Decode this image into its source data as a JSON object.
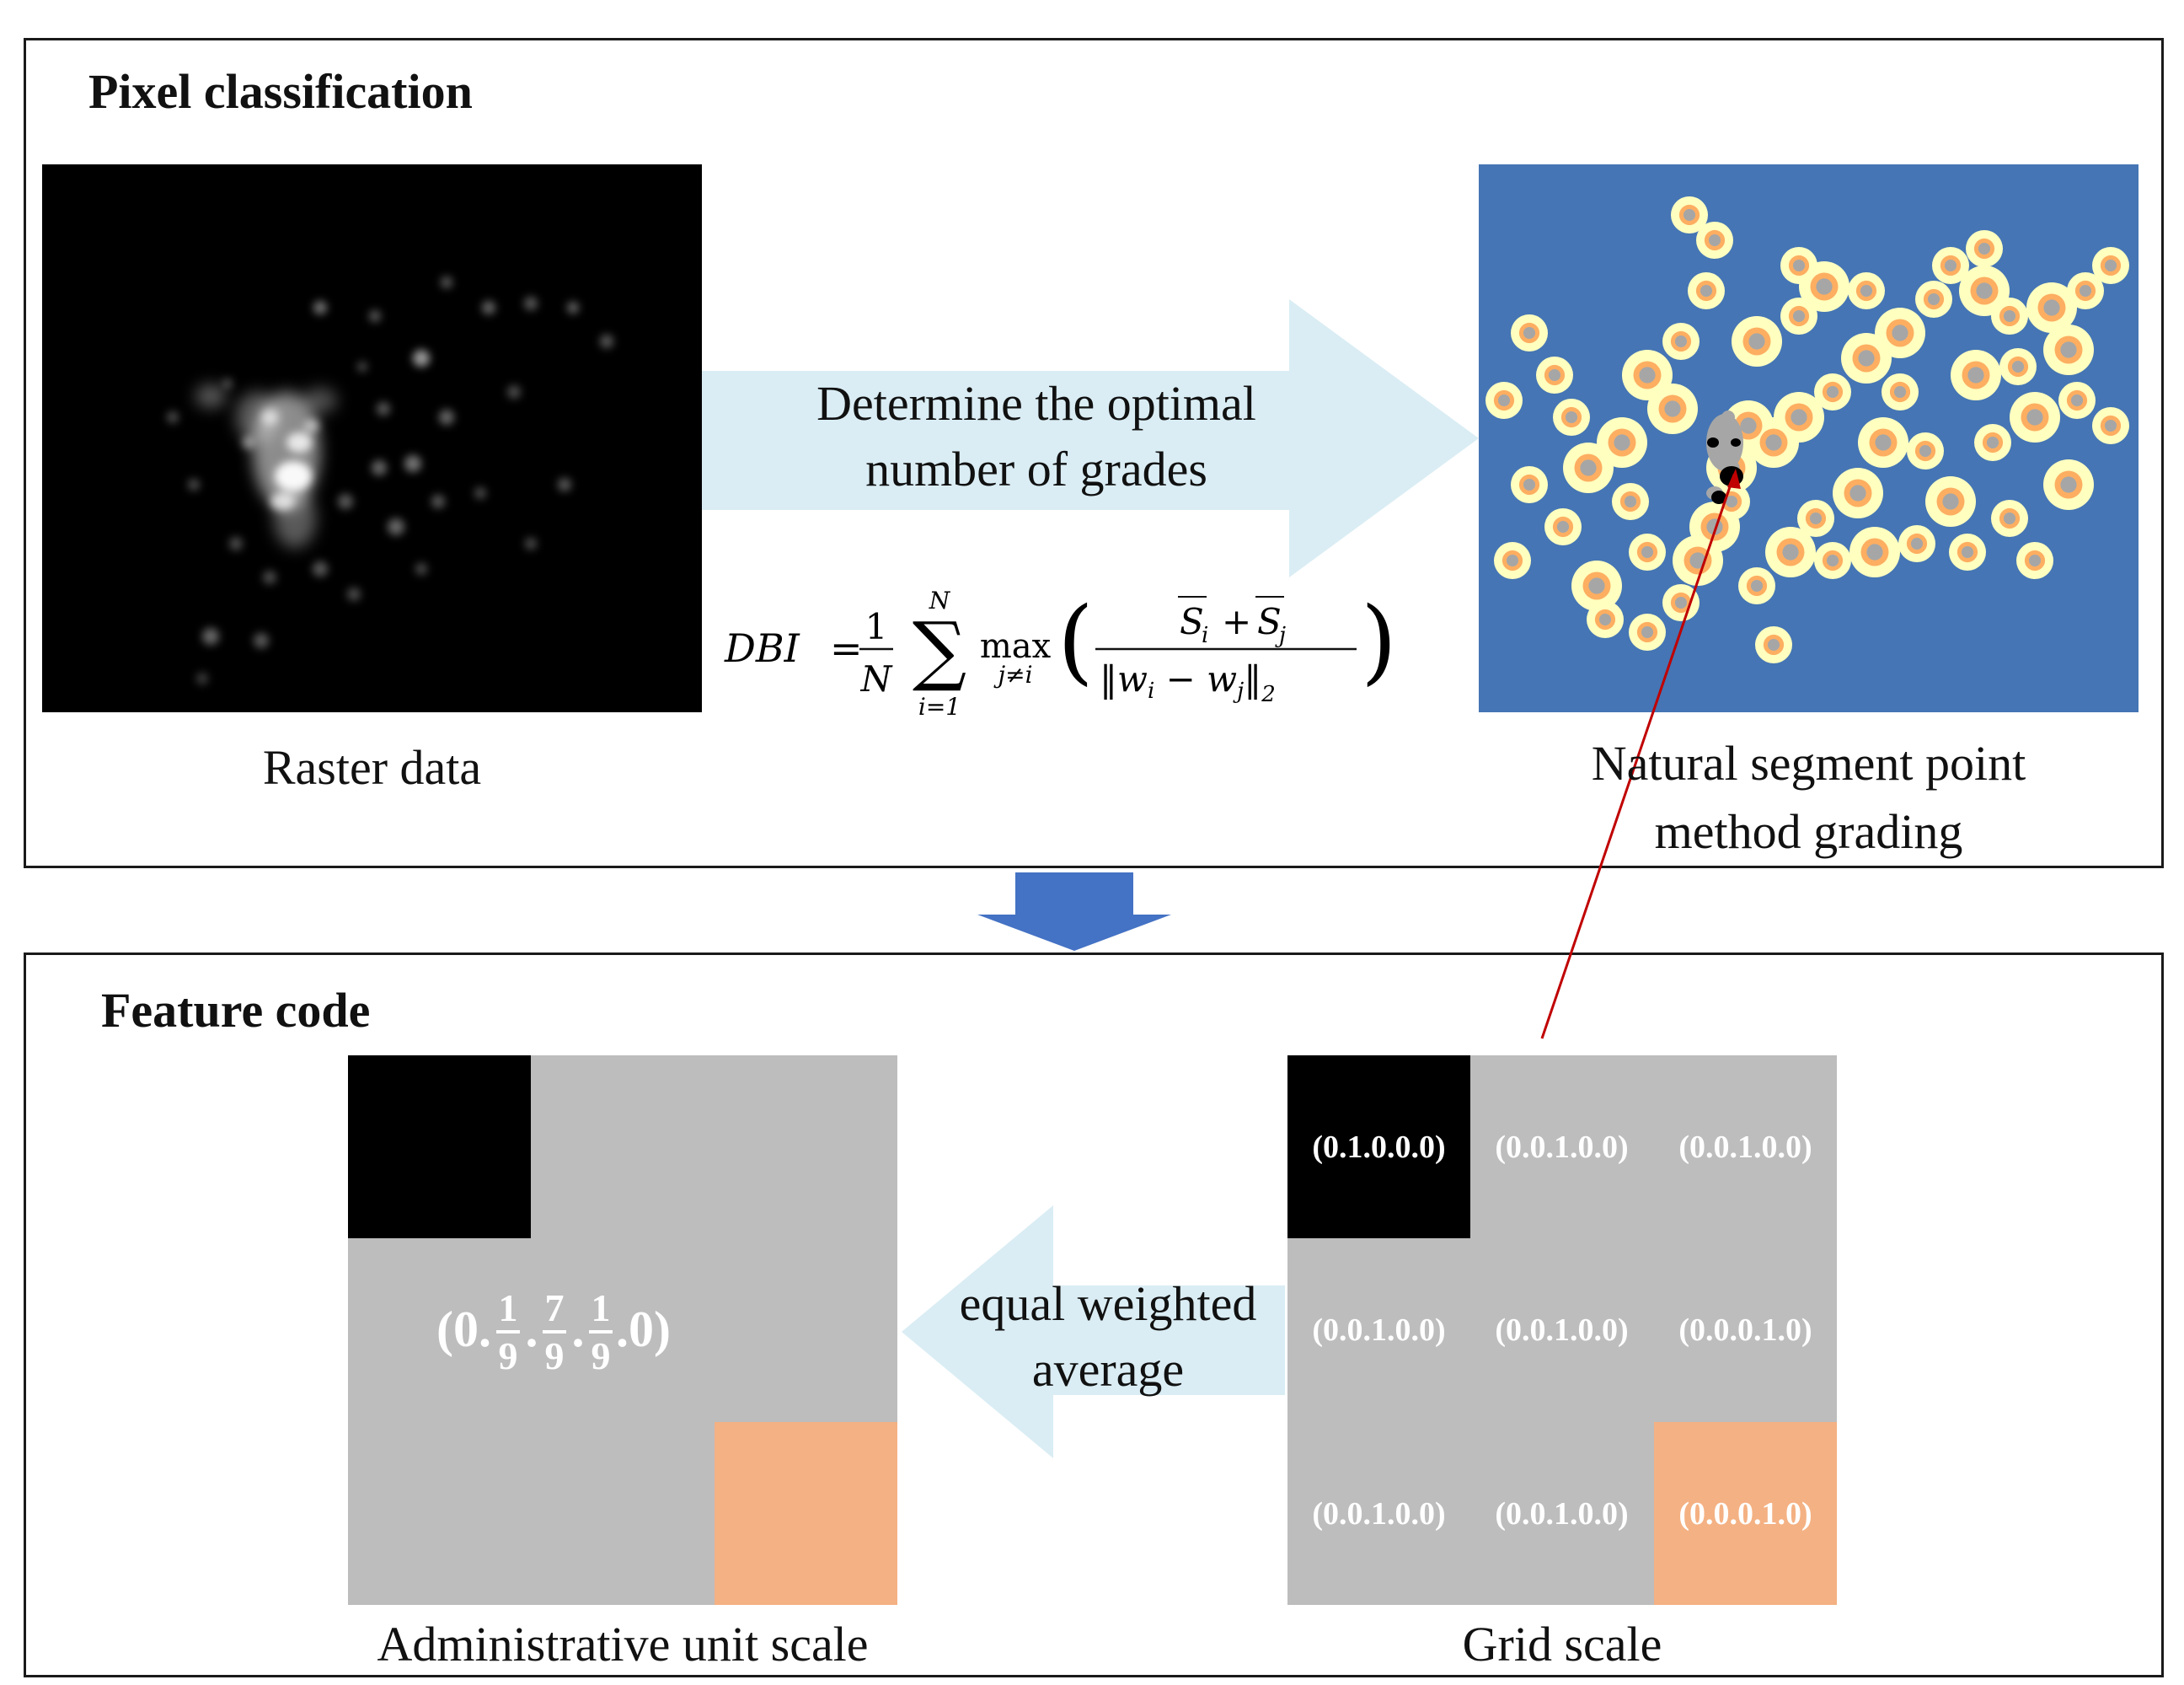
{
  "top_panel": {
    "title": "Pixel classification"
  },
  "bottom_panel": {
    "title": "Feature code"
  },
  "raster": {
    "caption": "Raster data"
  },
  "graded": {
    "caption_line1": "Natural segment point",
    "caption_line2": "method grading"
  },
  "arrow_right": {
    "line1": "Determine the optimal",
    "line2": "number of grades"
  },
  "formula": {
    "lhs": "DBI",
    "frac_num": "1",
    "frac_den": "N",
    "sum_upper": "N",
    "sum_lower": "i=1",
    "max_label": "max",
    "max_sub": "j≠i"
  },
  "arrow_left": {
    "line1": "equal weighted",
    "line2": "average"
  },
  "admin": {
    "caption": "Administrative unit scale",
    "code_open": "(0.",
    "f1_num": "1",
    "f1_den": "9",
    "f2_num": "7",
    "f2_den": "9",
    "f3_num": "1",
    "f3_den": "9",
    "code_close": ".0)"
  },
  "grid": {
    "caption": "Grid scale",
    "cells": [
      [
        "(0.1.0.0.0)",
        "(0.0.1.0.0)",
        "(0.0.1.0.0)"
      ],
      [
        "(0.0.1.0.0)",
        "(0.0.1.0.0)",
        "(0.0.0.1.0)"
      ],
      [
        "(0.0.1.0.0)",
        "(0.0.1.0.0)",
        "(0.0.0.1.0)"
      ]
    ]
  },
  "colors": {
    "panel_border": "#1a1a1a",
    "light_arrow": "#daedf4",
    "down_arrow": "#4472c4",
    "cell_gray": "#bdbdbd",
    "cell_black": "#000000",
    "cell_orange": "#f4b183",
    "map_blue": "#4575b4",
    "map_yellow": "#ffffbf",
    "map_orange": "#fdae61",
    "map_gray": "#a6a6a6",
    "leader_red": "#c00000"
  }
}
